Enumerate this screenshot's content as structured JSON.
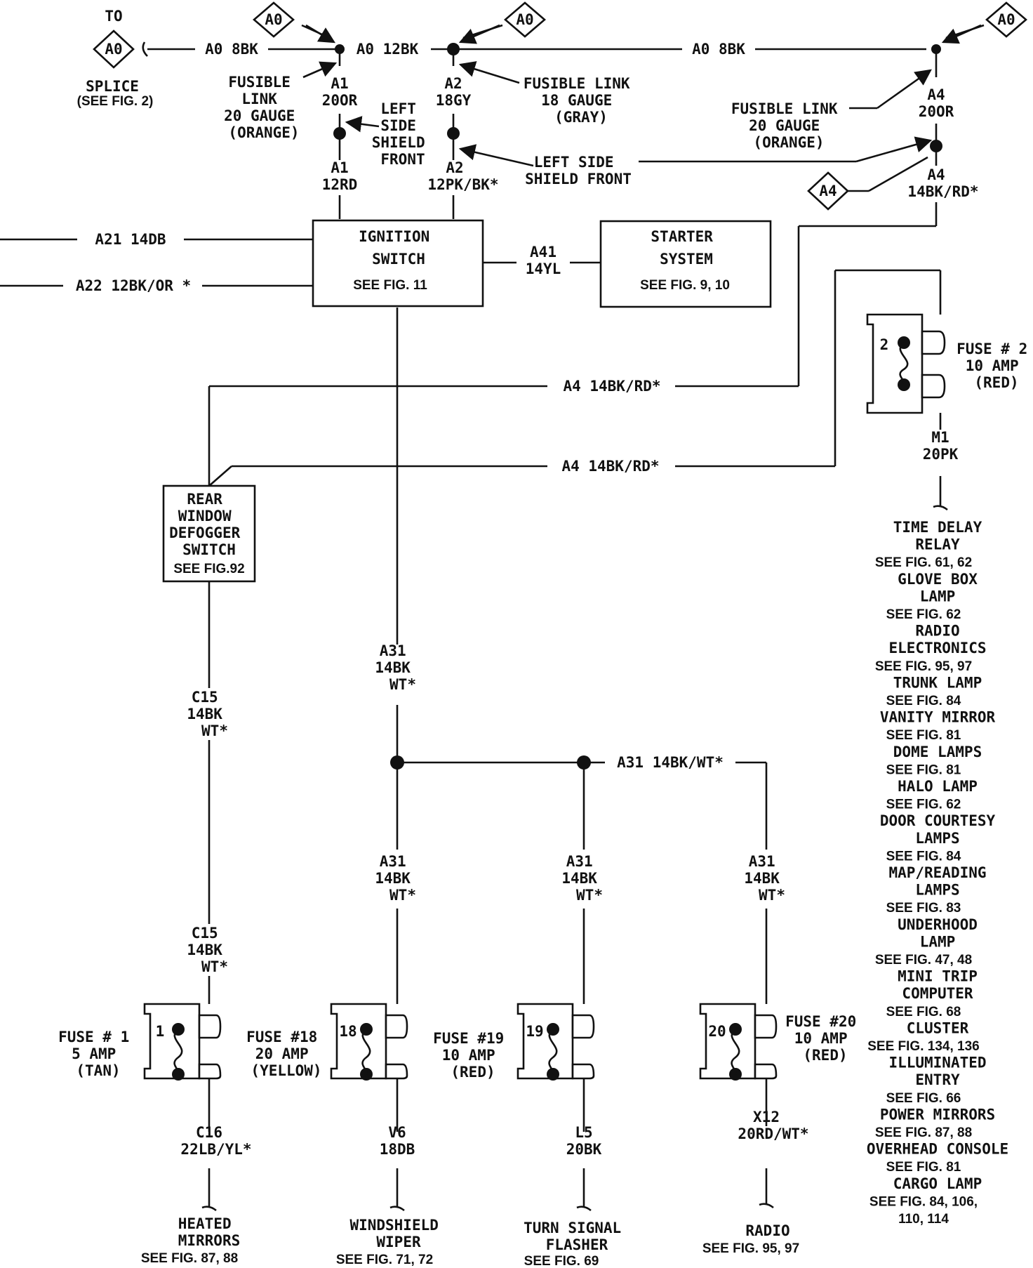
{
  "connectors": {
    "to": "TO",
    "ao_symbol": "A0",
    "a4_symbol": "A4",
    "splice": "SPLICE",
    "splice_ref": "(SEE FIG. 2)"
  },
  "wires": {
    "top_left": "A0 8BK",
    "top_mid": "A0 12BK",
    "top_right": "A0 8BK",
    "a1_upper": [
      "A1",
      "20OR"
    ],
    "a1_lower": [
      "A1",
      "12RD"
    ],
    "a2_upper": [
      "A2",
      "18GY"
    ],
    "a2_lower": [
      "A2",
      "12PK/BK*"
    ],
    "a4_upper": [
      "A4",
      "20OR"
    ],
    "a4_lower": [
      "A4",
      "14BK/RD*"
    ],
    "a21": "A21 14DB",
    "a22": "A22 12BK/OR *",
    "a41": [
      "A41",
      "14YL"
    ],
    "a4_run1": "A4 14BK/RD*",
    "a4_run2": "A4 14BK/RD*",
    "m1": [
      "M1",
      "20PK"
    ],
    "a31_top": [
      "A31",
      "14BK",
      "WT*"
    ],
    "a31_h": "A31 14BK/WT*",
    "a31_f18": [
      "A31",
      "14BK",
      "WT*"
    ],
    "a31_f19": [
      "A31",
      "14BK",
      "WT*"
    ],
    "a31_f20": [
      "A31",
      "14BK",
      "WT*"
    ],
    "c15_upper": [
      "C15",
      "14BK",
      "WT*"
    ],
    "c15_lower": [
      "C15",
      "14BK",
      "WT*"
    ],
    "c16": [
      "C16",
      "22LB/YL*"
    ],
    "v6": [
      "V6",
      "18DB"
    ],
    "l5": [
      "L5",
      "20BK"
    ],
    "x12": [
      "X12",
      "20RD/WT*"
    ]
  },
  "notes": {
    "fusible_a1": [
      "FUSIBLE",
      "LINK",
      "20 GAUGE",
      "(ORANGE)"
    ],
    "fusible_a2": [
      "FUSIBLE LINK",
      "18 GAUGE",
      "(GRAY)"
    ],
    "fusible_a4": [
      "FUSIBLE LINK",
      "20 GAUGE",
      "(ORANGE)"
    ],
    "shield_left": [
      "LEFT",
      "SIDE",
      "SHIELD",
      "FRONT"
    ],
    "shield_right": [
      "LEFT SIDE",
      "SHIELD FRONT"
    ]
  },
  "components": {
    "ignition": {
      "title": [
        "IGNITION",
        "SWITCH"
      ],
      "ref": "SEE FIG. 11"
    },
    "starter": {
      "title": [
        "STARTER",
        "SYSTEM"
      ],
      "ref": "SEE FIG. 9, 10"
    },
    "defogger": {
      "title": [
        "REAR",
        "WINDOW",
        "DEFOGGER",
        "SWITCH"
      ],
      "ref": "SEE FIG.92"
    }
  },
  "fuses": {
    "f1": {
      "num": "1",
      "label": [
        "FUSE # 1",
        "5 AMP",
        "(TAN)"
      ]
    },
    "f18": {
      "num": "18",
      "label": [
        "FUSE #18",
        "20 AMP",
        "(YELLOW)"
      ]
    },
    "f19": {
      "num": "19",
      "label": [
        "FUSE #19",
        "10 AMP",
        "(RED)"
      ]
    },
    "f20": {
      "num": "20",
      "label": [
        "FUSE #20",
        "10 AMP",
        "(RED)"
      ]
    },
    "f2": {
      "num": "2",
      "label": [
        "FUSE # 2",
        "10 AMP",
        "(RED)"
      ]
    }
  },
  "destinations": {
    "heated": {
      "name": [
        "HEATED",
        "MIRRORS"
      ],
      "ref": "SEE FIG. 87, 88"
    },
    "wiper": {
      "name": [
        "WINDSHIELD",
        "WIPER"
      ],
      "ref": "SEE FIG. 71, 72"
    },
    "flasher": {
      "name": [
        "TURN SIGNAL",
        "FLASHER"
      ],
      "ref": "SEE FIG. 69"
    },
    "radio": {
      "name": [
        "RADIO"
      ],
      "ref": "SEE FIG. 95, 97"
    }
  },
  "m1_circuits": [
    {
      "name": [
        "TIME DELAY",
        "RELAY"
      ],
      "ref": [
        "SEE FIG. 61, 62"
      ]
    },
    {
      "name": [
        "GLOVE BOX",
        "LAMP"
      ],
      "ref": [
        "SEE FIG. 62"
      ]
    },
    {
      "name": [
        "RADIO",
        "ELECTRONICS"
      ],
      "ref": [
        "SEE FIG. 95, 97"
      ]
    },
    {
      "name": [
        "TRUNK LAMP"
      ],
      "ref": [
        "SEE FIG. 84"
      ]
    },
    {
      "name": [
        "VANITY MIRROR"
      ],
      "ref": [
        "SEE FIG. 81"
      ]
    },
    {
      "name": [
        "DOME LAMPS"
      ],
      "ref": [
        "SEE FIG. 81"
      ]
    },
    {
      "name": [
        "HALO LAMP"
      ],
      "ref": [
        "SEE FIG. 62"
      ]
    },
    {
      "name": [
        "DOOR COURTESY",
        "LAMPS"
      ],
      "ref": [
        "SEE FIG. 84"
      ]
    },
    {
      "name": [
        "MAP/READING",
        "LAMPS"
      ],
      "ref": [
        "SEE FIG. 83"
      ]
    },
    {
      "name": [
        "UNDERHOOD",
        "LAMP"
      ],
      "ref": [
        "SEE FIG. 47, 48"
      ]
    },
    {
      "name": [
        "MINI TRIP",
        "COMPUTER"
      ],
      "ref": [
        "SEE FIG. 68"
      ]
    },
    {
      "name": [
        "CLUSTER"
      ],
      "ref": [
        "SEE FIG. 134, 136"
      ]
    },
    {
      "name": [
        "ILLUMINATED",
        "ENTRY"
      ],
      "ref": [
        "SEE FIG. 66"
      ]
    },
    {
      "name": [
        "POWER MIRRORS"
      ],
      "ref": [
        "SEE FIG. 87, 88"
      ]
    },
    {
      "name": [
        "OVERHEAD CONSOLE"
      ],
      "ref": [
        "SEE FIG. 81"
      ]
    },
    {
      "name": [
        "CARGO LAMP"
      ],
      "ref": [
        "SEE FIG. 84, 106,",
        "110, 114"
      ]
    }
  ]
}
